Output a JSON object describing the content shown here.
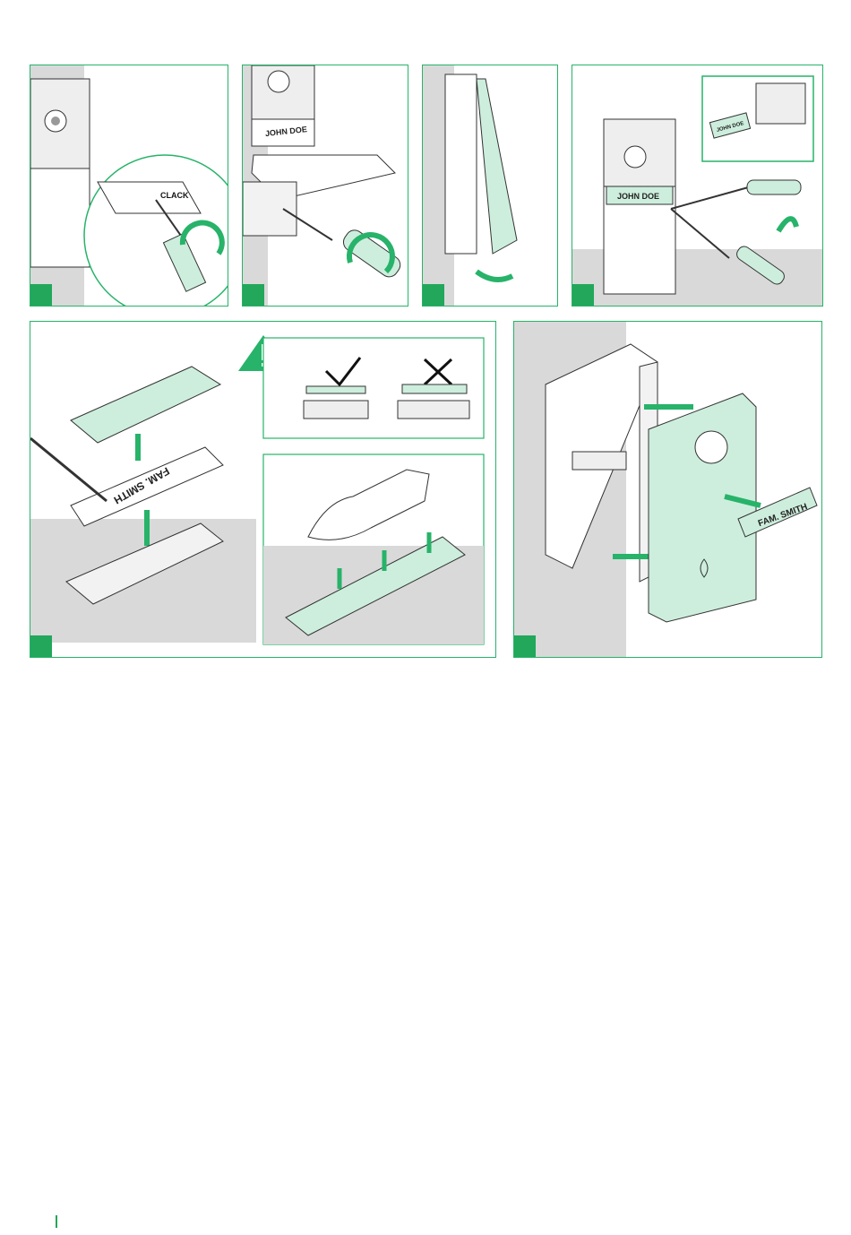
{
  "panels": {
    "panel1": {
      "label": "CLACK"
    },
    "panel2": {
      "nameplate": "JOHN DOE"
    },
    "panel4": {
      "nameplate": "JOHN DOE",
      "inset_nameplate": "JOHN DOE"
    },
    "panel5": {
      "label_card": "FAM. SMITH"
    },
    "panel6": {
      "nameplate": "FAM. SMITH"
    }
  },
  "icons": {
    "warning": "warning-triangle-icon",
    "correct": "checkmark-icon",
    "incorrect": "cross-icon",
    "bell": "doorbell-icon"
  },
  "colors": {
    "accent": "#22a75b",
    "mint": "#cdeedd",
    "grey": "#d6d6d6"
  }
}
